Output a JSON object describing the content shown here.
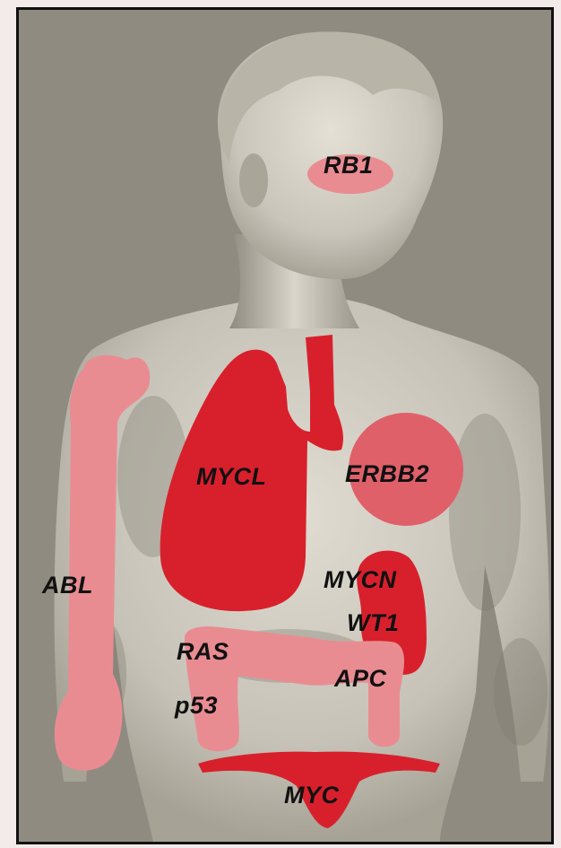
{
  "labels": {
    "rb1": "RB1",
    "mycl": "MYCL",
    "erbb2": "ERBB2",
    "abl": "ABL",
    "mycn": "MYCN",
    "wt1": "WT1",
    "ras": "RAS",
    "apc": "APC",
    "p53": "p53",
    "myc": "MYC"
  },
  "colors": {
    "background": "#8f8b80",
    "dark_red": "#d8202c",
    "light_pink": "#e98c92",
    "medium_pink": "#e0606a"
  }
}
